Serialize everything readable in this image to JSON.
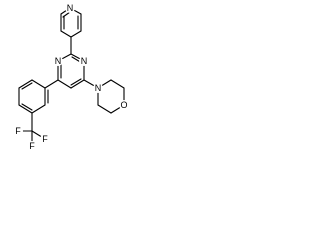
{
  "molecule": {
    "labels": {
      "pyridine_n": "N",
      "pyrimidine_n1": "N",
      "pyrimidine_n3": "N",
      "morpholine_n": "N",
      "morpholine_o": "O",
      "cf3_f1": "F",
      "cf3_f2": "F",
      "cf3_f3": "F"
    }
  },
  "colors": {
    "bond": "#000000",
    "label": "#000000",
    "background": "#ffffff"
  }
}
